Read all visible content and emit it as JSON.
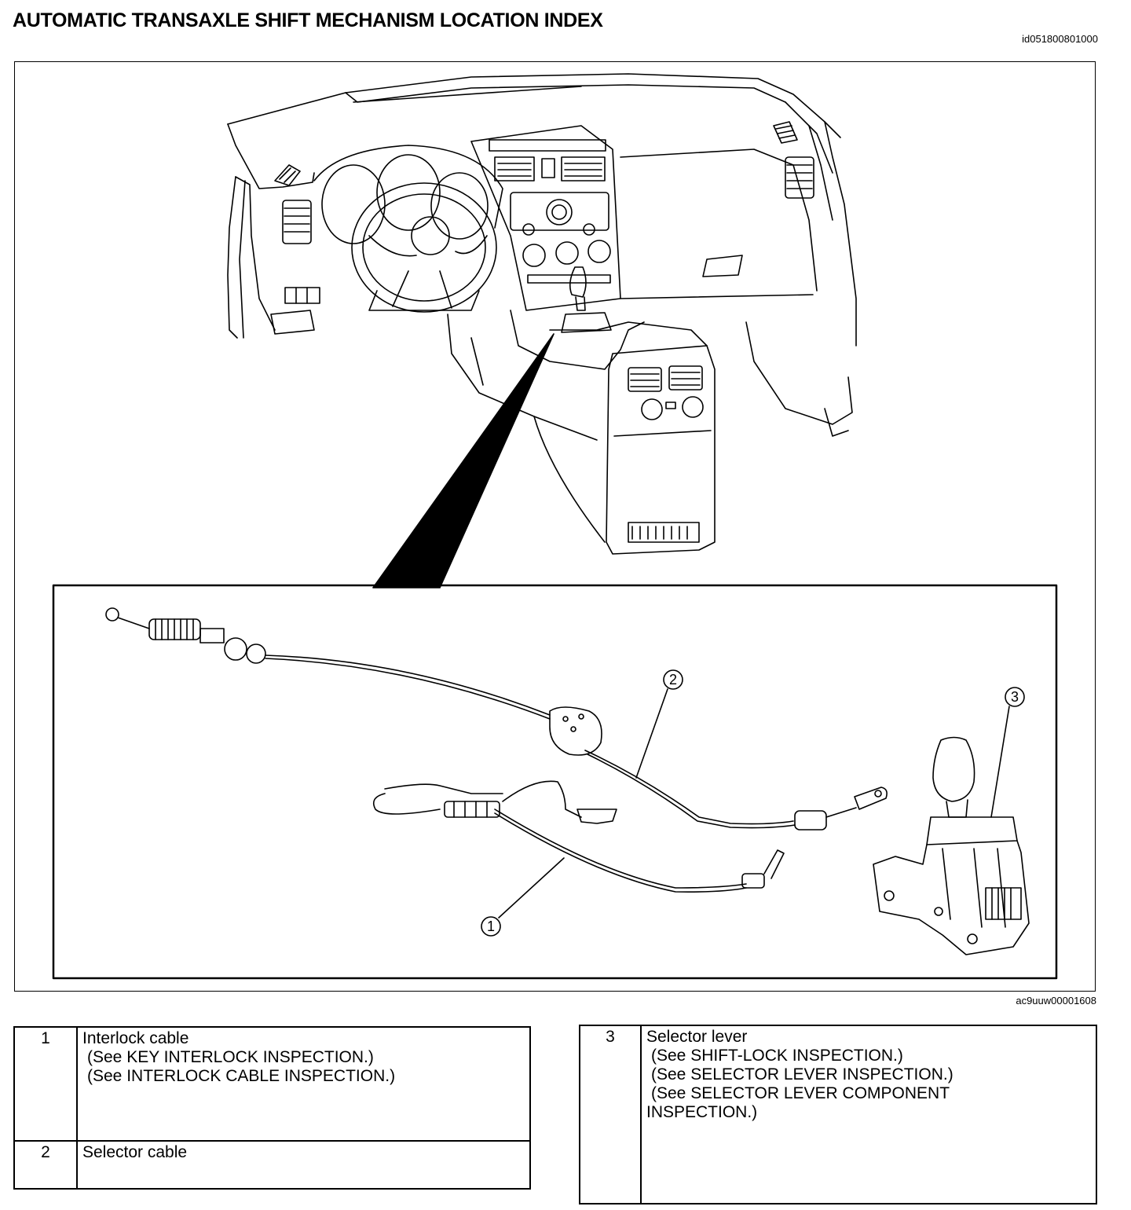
{
  "header": {
    "title": "AUTOMATIC TRANSAXLE SHIFT MECHANISM LOCATION INDEX",
    "doc_id": "id051800801000"
  },
  "figure": {
    "figure_id": "ac9uuw00001608",
    "callouts": [
      "1",
      "2",
      "3"
    ]
  },
  "legend_left": [
    {
      "num": "1",
      "name": "Interlock cable",
      "refs": [
        "(See  KEY INTERLOCK INSPECTION.)",
        "(See  INTERLOCK CABLE INSPECTION.)"
      ]
    },
    {
      "num": "2",
      "name": "Selector cable",
      "refs": []
    }
  ],
  "legend_right": [
    {
      "num": "3",
      "name": "Selector lever",
      "refs": [
        "(See SHIFT-LOCK INSPECTION.)",
        "(See SELECTOR LEVER INSPECTION.)",
        "(See SELECTOR LEVER COMPONENT"
      ],
      "ref_tail": "INSPECTION.)"
    }
  ]
}
